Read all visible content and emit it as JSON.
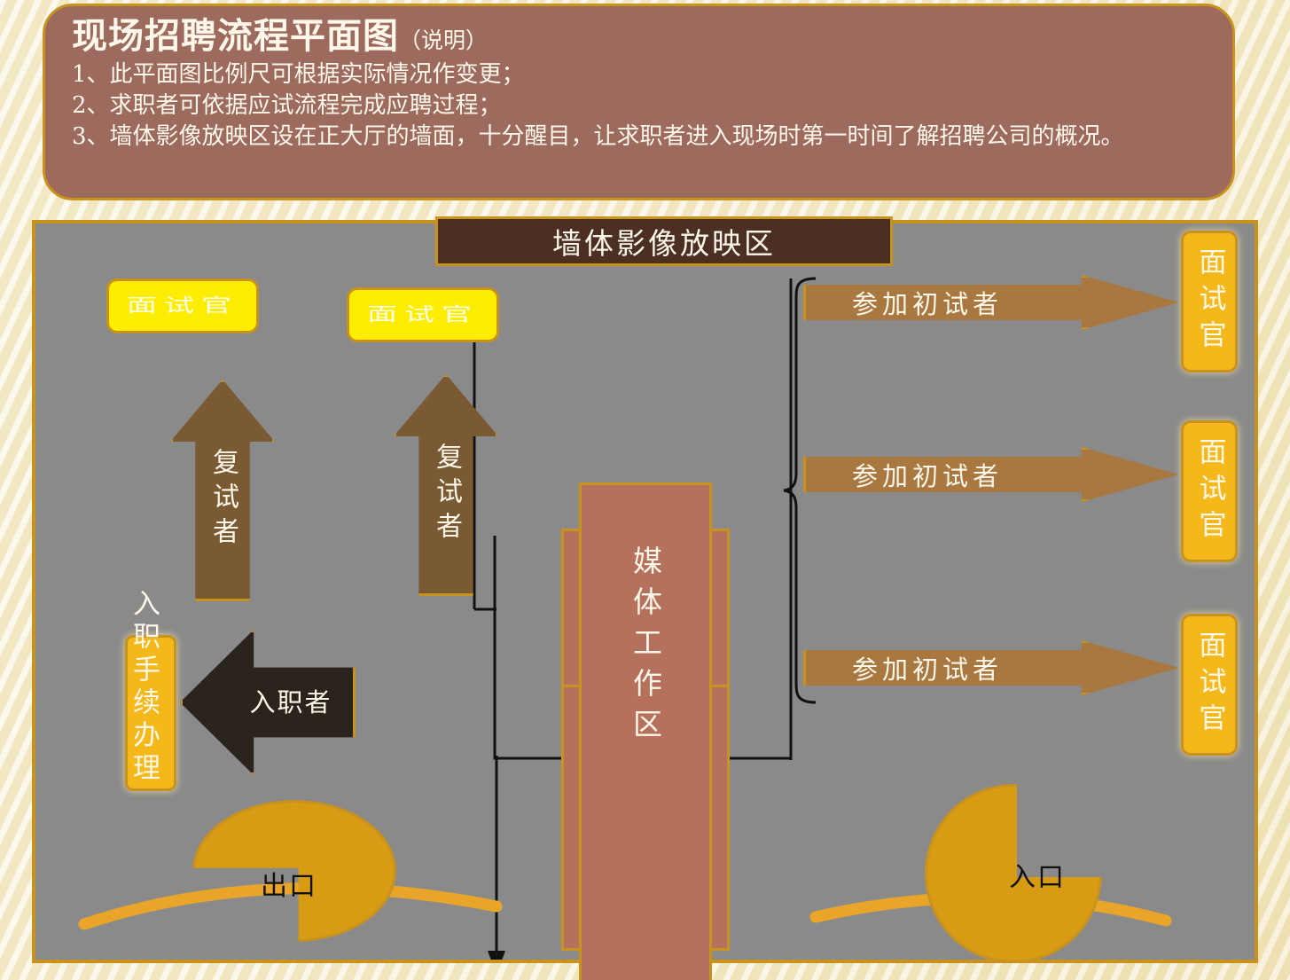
{
  "note": {
    "title": "现场招聘流程平面图",
    "title_suffix": "（说明）",
    "line1": "1、此平面图比例尺可根据实际情况作变更；",
    "line2": "2、求职者可依据应试流程完成应聘过程；",
    "line3": "3、墙体影像放映区设在正大厅的墙面，十分醒目，让求职者进入现场时第一时间了解招聘公司的概况。"
  },
  "plan": {
    "wall_banner": "墙体影像放映区",
    "yellow_chips": [
      {
        "label": "面试官"
      },
      {
        "label": "面试官"
      }
    ],
    "interviewer_boxes": [
      {
        "label": "面试官"
      },
      {
        "label": "面试官"
      },
      {
        "label": "面试官"
      }
    ],
    "right_arrows": [
      {
        "label": "参加初试者"
      },
      {
        "label": "参加初试者"
      },
      {
        "label": "参加初试者"
      }
    ],
    "up_arrows": [
      {
        "label": "复试者"
      },
      {
        "label": "复试者"
      }
    ],
    "media_area": "媒体工作区",
    "onboarding_box_label": "入职手续办理",
    "onboarding_arrow_label": "入职者",
    "doors": [
      {
        "label": "出口"
      },
      {
        "label": "入口"
      }
    ]
  },
  "colors": {
    "card_bg": "#9d6b5e",
    "gold_border": "#c8921f",
    "plan_bg": "#8a8a8a",
    "banner_bg": "#4a2f22",
    "chip_yellow": "#ffed00",
    "box_orange": "#f5b81a",
    "arrow_tan": "#a87840",
    "arrow_brown": "#7a5a33",
    "arrow_black": "#2b241c",
    "media_bg": "#b5715c",
    "door_gold": "#d89b14",
    "text_cream": "#fff7ea"
  }
}
